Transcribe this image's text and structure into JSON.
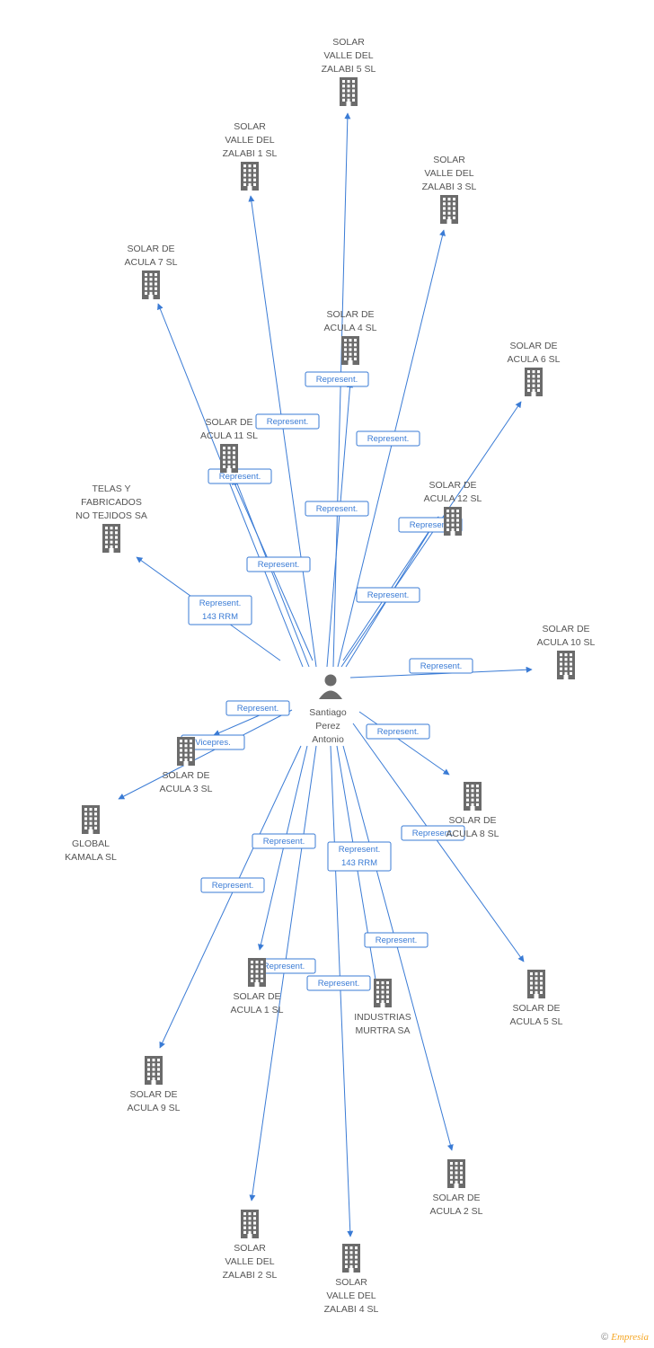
{
  "center": {
    "id": "santiago",
    "lines": [
      "Santiago",
      "Perez",
      "Antonio"
    ]
  },
  "nodes": [
    {
      "id": "zalabi5",
      "lines": [
        "SOLAR",
        "VALLE DEL",
        "ZALABI 5 SL"
      ]
    },
    {
      "id": "zalabi1",
      "lines": [
        "SOLAR",
        "VALLE DEL",
        "ZALABI 1 SL"
      ]
    },
    {
      "id": "zalabi3",
      "lines": [
        "SOLAR",
        "VALLE DEL",
        "ZALABI 3 SL"
      ]
    },
    {
      "id": "acula7",
      "lines": [
        "SOLAR DE",
        "ACULA 7 SL"
      ]
    },
    {
      "id": "acula4",
      "lines": [
        "SOLAR DE",
        "ACULA 4 SL"
      ]
    },
    {
      "id": "acula6",
      "lines": [
        "SOLAR DE",
        "ACULA 6 SL"
      ]
    },
    {
      "id": "acula11",
      "lines": [
        "SOLAR DE",
        "ACULA 11 SL"
      ]
    },
    {
      "id": "telas",
      "lines": [
        "TELAS Y",
        "FABRICADOS",
        "NO TEJIDOS SA"
      ]
    },
    {
      "id": "acula12",
      "lines": [
        "SOLAR DE",
        "ACULA 12 SL"
      ]
    },
    {
      "id": "acula10",
      "lines": [
        "SOLAR DE",
        "ACULA 10 SL"
      ]
    },
    {
      "id": "acula3",
      "lines": [
        "SOLAR DE",
        "ACULA 3 SL"
      ]
    },
    {
      "id": "global",
      "lines": [
        "GLOBAL",
        "KAMALA SL"
      ]
    },
    {
      "id": "acula8",
      "lines": [
        "SOLAR DE",
        "ACULA 8 SL"
      ]
    },
    {
      "id": "acula1",
      "lines": [
        "SOLAR DE",
        "ACULA 1 SL"
      ]
    },
    {
      "id": "murtra",
      "lines": [
        "INDUSTRIAS",
        "MURTRA SA"
      ]
    },
    {
      "id": "acula5",
      "lines": [
        "SOLAR DE",
        "ACULA 5 SL"
      ]
    },
    {
      "id": "acula9",
      "lines": [
        "SOLAR DE",
        "ACULA 9 SL"
      ]
    },
    {
      "id": "acula2",
      "lines": [
        "SOLAR DE",
        "ACULA 2 SL"
      ]
    },
    {
      "id": "zalabi2",
      "lines": [
        "SOLAR",
        "VALLE DEL",
        "ZALABI 2 SL"
      ]
    },
    {
      "id": "zalabi4",
      "lines": [
        "SOLAR",
        "VALLE DEL",
        "ZALABI 4 SL"
      ]
    }
  ],
  "edges": [
    {
      "to": "zalabi5",
      "label": [
        "Represent."
      ]
    },
    {
      "to": "zalabi1",
      "label": [
        "Represent."
      ]
    },
    {
      "to": "zalabi3",
      "label": [
        "Represent."
      ]
    },
    {
      "to": "acula7",
      "label": [
        "Represent."
      ]
    },
    {
      "to": "acula4",
      "label": [
        "Represent."
      ]
    },
    {
      "to": "acula6",
      "label": [
        "Represent."
      ]
    },
    {
      "to": "acula11",
      "label": [
        "Represent."
      ]
    },
    {
      "to": "telas",
      "label": [
        "Represent.",
        "143 RRM"
      ]
    },
    {
      "to": "acula12",
      "label": [
        "Represent."
      ]
    },
    {
      "to": "acula10",
      "label": [
        "Represent."
      ]
    },
    {
      "to": "acula3",
      "label": [
        "Represent."
      ]
    },
    {
      "to": "global",
      "label": [
        "Vicepres."
      ]
    },
    {
      "to": "acula8",
      "label": [
        "Represent."
      ]
    },
    {
      "to": "acula1",
      "label": [
        "Represent."
      ]
    },
    {
      "to": "murtra",
      "label": [
        "Represent."
      ]
    },
    {
      "to": "acula5",
      "label": [
        "Represent."
      ]
    },
    {
      "to": "acula9",
      "label": [
        "Represent."
      ]
    },
    {
      "to": "acula2",
      "label": [
        "Represent.",
        "143 RRM"
      ]
    },
    {
      "to": "zalabi2",
      "label": [
        "Represent."
      ]
    },
    {
      "to": "zalabi4",
      "label": [
        "Represent."
      ]
    },
    {
      "to": "acula12",
      "label": [
        "Represent."
      ]
    },
    {
      "to": "acula11",
      "label": [
        "Represent."
      ]
    }
  ],
  "footer": {
    "copyright": "©",
    "brand": "Empresia"
  },
  "colors": {
    "edge": "#3a7bd5",
    "icon": "#6b6b6b",
    "text": "#555555"
  }
}
